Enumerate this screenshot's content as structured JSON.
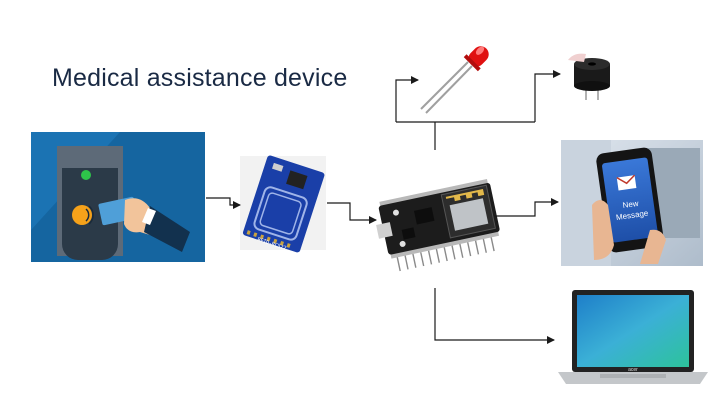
{
  "diagram": {
    "title": "Medical assistance device",
    "phone_notification": {
      "line1": "New",
      "line2": "Message"
    },
    "rfid_module_label": "RFID-RC522",
    "laptop_brand": "acer",
    "colors": {
      "title": "#1a2a44",
      "arrow": "#1a1a1a",
      "card_panel_bg": "#1565a0",
      "rfid_board": "#1a3fa8",
      "mcu_board": "#1c1c1c",
      "led_red": "#e01010",
      "phone_screen": "#2a66c8"
    },
    "icons": [
      "rfid-card-reader",
      "rfid-module",
      "nodemcu-board",
      "red-led",
      "buzzer",
      "smartphone",
      "laptop"
    ]
  }
}
